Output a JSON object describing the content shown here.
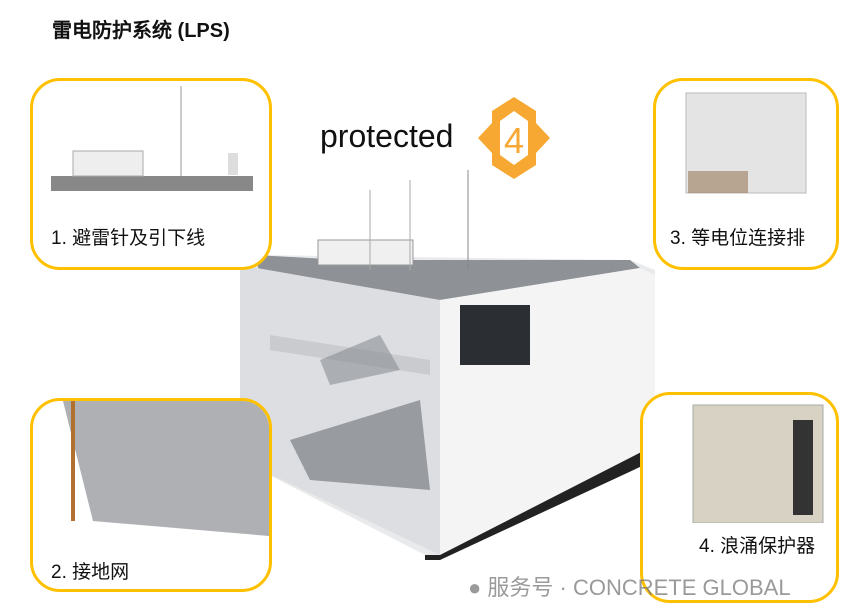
{
  "title": "雷电防护系统 (LPS)",
  "logo": {
    "word": "protected",
    "number": "4",
    "color": "#F7A832"
  },
  "accent_color": "#FFC000",
  "callouts": [
    {
      "label": "1. 避雷针及引下线"
    },
    {
      "label": "2. 接地网"
    },
    {
      "label": "3. 等电位连接排"
    },
    {
      "label": "4. 浪涌保护器"
    }
  ],
  "watermark": "服务号 · CONCRETE GLOBAL"
}
